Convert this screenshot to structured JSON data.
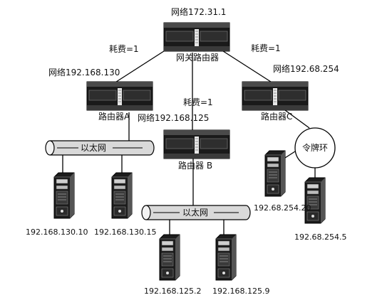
{
  "network_labels": {
    "top": "网络172.31.1",
    "a": "网络192.168.130",
    "b": "网络192.168.125",
    "c": "网络192.68.254"
  },
  "cost_labels": {
    "left": "耗费=1",
    "middle": "耗费=1",
    "right": "耗费=1"
  },
  "routers": {
    "gateway": "网关路由器",
    "a": "路由器A",
    "b": "路由器 B",
    "c": "路由器C"
  },
  "segments": {
    "ethernet_a": "以太网",
    "ethernet_b": "以太网",
    "token_ring": "令牌环"
  },
  "hosts": {
    "a1": "192.168.130.10",
    "a2": "192.168.130.15",
    "b1": "192.168.125.2",
    "b2": "192.168.125.9",
    "c1": "192.68.254.20",
    "c2": "192.68.254.5"
  }
}
